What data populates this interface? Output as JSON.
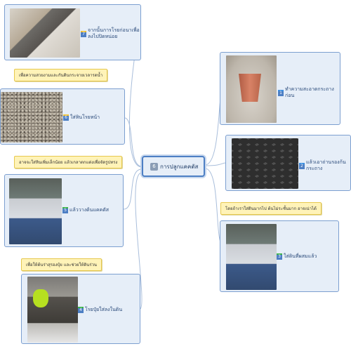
{
  "center": {
    "number": "6",
    "label": "การปลูกแคคตัส"
  },
  "nodes": [
    {
      "id": "n1",
      "number": "1",
      "label": "ทำความสะอาดกระถางก่อน",
      "image_icon": "pink-pot-photo",
      "badge_color": "#3b8fe0"
    },
    {
      "id": "n2",
      "number": "2",
      "label": "แล้วเอาถ่านรองก้นกระถาง",
      "image_icon": "charcoal-photo",
      "badge_color": "#3b8fe0"
    },
    {
      "id": "n3",
      "number": "3",
      "label": "ใส่ดินที่ผสมแล้ว",
      "image_icon": "man-pouring-soil-photo",
      "badge_color": "#3cb44a",
      "note": "โดยถ้าเราใส่ดินมากไป ต้นไม่ระชั้นมาก อาจเน่าได้"
    },
    {
      "id": "n4",
      "number": "4",
      "label": "โรยปุ๋ยใส่ลงในดิน",
      "image_icon": "green-can-photo",
      "badge_color": "#3cb44a",
      "note": "เพื่อให้ต้นร่าสุรองปุ๋ย และช่วยให้ดินร่วน"
    },
    {
      "id": "n5",
      "number": "5",
      "label": "แล้ววางต้นแคคตัส",
      "image_icon": "man-planting-photo",
      "badge_color": "#3cb44a",
      "note": "อาจจะใส่หินเพิ่มเล็กน้อย แล้วเกลาตกแต่งเพื่อจัดรูปทรง"
    },
    {
      "id": "n6",
      "number": "6",
      "label": "ใส่หินโรยหน้า",
      "image_icon": "gravel-photo",
      "badge_color": "#f0c030",
      "note": "เพื่อความสวยงามและกันดินกระจายเวลารดน้ำ"
    },
    {
      "id": "n7",
      "number": "7",
      "label": "จากนั้นการโรยก่อนาเพื่อ ลงไปปิดหน่อย",
      "image_icon": "hands-working-photo",
      "badge_color": "#f0c030"
    }
  ]
}
